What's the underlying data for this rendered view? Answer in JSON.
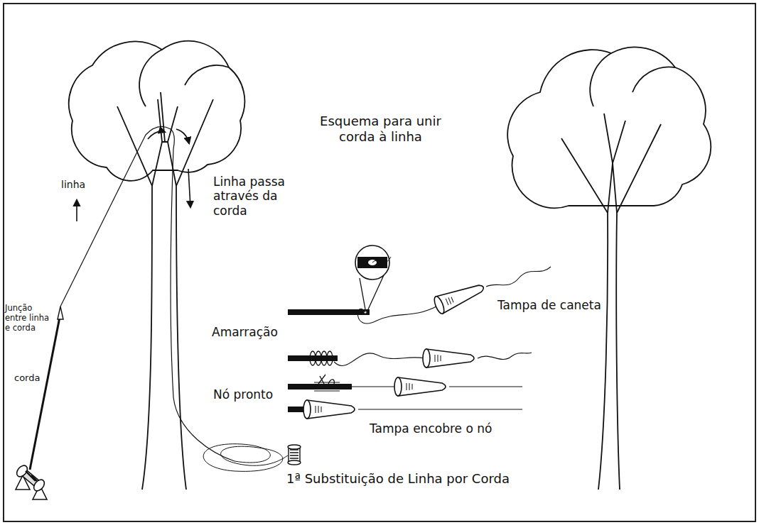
{
  "diagram": {
    "caption": "1ª Substituição de Linha por Corda",
    "labels": [
      "Esquema para unir corda à linha",
      "Linha passa através da corda",
      "Tampa de caneta",
      "Amarração",
      "Nó pronto",
      "Tampa encobre o nó",
      "linha",
      "Junção entre linha e corda",
      "corda"
    ]
  }
}
